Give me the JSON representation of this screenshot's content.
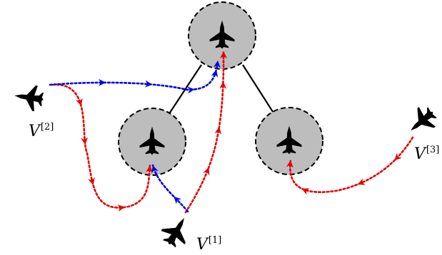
{
  "diagram": {
    "agents": [
      {
        "id": "v1",
        "label": "V",
        "superscript": "[1]"
      },
      {
        "id": "v2",
        "label": "V",
        "superscript": "[2]"
      },
      {
        "id": "v3",
        "label": "V",
        "superscript": "[3]"
      }
    ],
    "formation_nodes": [
      "top",
      "left",
      "right"
    ],
    "colors": {
      "node_fill": "#bdbdbd",
      "node_border": "#000000",
      "edge": "#000000",
      "path_red": "#e60000",
      "path_blue": "#0000e6",
      "jet": "#000000"
    },
    "icons": {
      "aircraft": "fighter-jet-icon"
    }
  }
}
